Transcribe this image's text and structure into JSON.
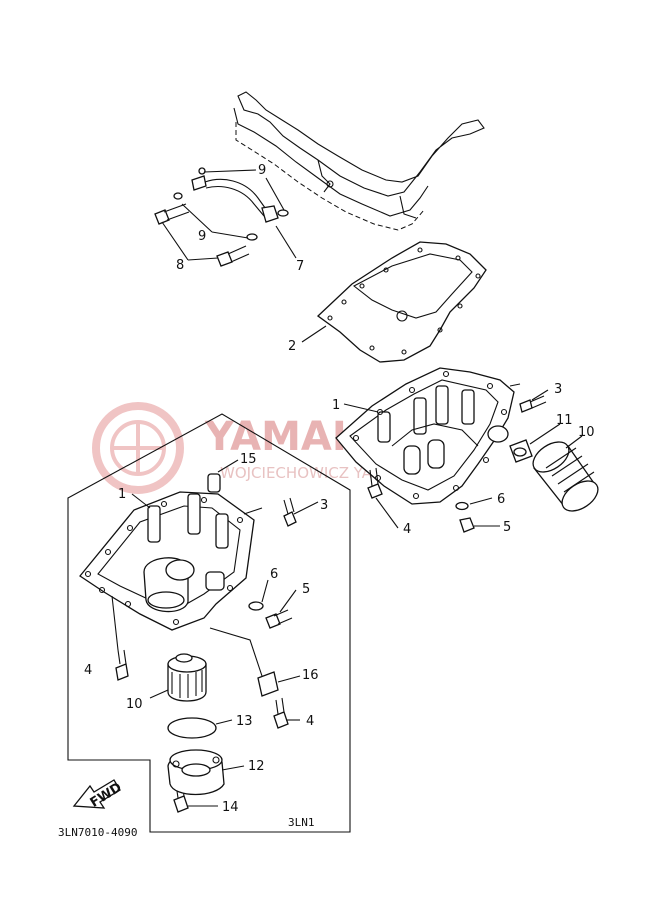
{
  "callouts": [
    {
      "id": "c9a",
      "text": "9"
    },
    {
      "id": "c9b",
      "text": "9"
    },
    {
      "id": "c7",
      "text": "7"
    },
    {
      "id": "c8",
      "text": "8"
    },
    {
      "id": "c2",
      "text": "2"
    },
    {
      "id": "c1r",
      "text": "1"
    },
    {
      "id": "c3r",
      "text": "3"
    },
    {
      "id": "c11",
      "text": "11"
    },
    {
      "id": "c10r",
      "text": "10"
    },
    {
      "id": "c6r",
      "text": "6"
    },
    {
      "id": "c4r",
      "text": "4"
    },
    {
      "id": "c5r",
      "text": "5"
    },
    {
      "id": "c15",
      "text": "15"
    },
    {
      "id": "c1l",
      "text": "1"
    },
    {
      "id": "c3l",
      "text": "3"
    },
    {
      "id": "c6l",
      "text": "6"
    },
    {
      "id": "c5l",
      "text": "5"
    },
    {
      "id": "c4l",
      "text": "4"
    },
    {
      "id": "c16",
      "text": "16"
    },
    {
      "id": "c10l",
      "text": "10"
    },
    {
      "id": "c13",
      "text": "13"
    },
    {
      "id": "c4b",
      "text": "4"
    },
    {
      "id": "c12",
      "text": "12"
    },
    {
      "id": "c14",
      "text": "14"
    }
  ],
  "fwd_label": "FWD",
  "diagram_code": "3LN7010-4090",
  "variant_label": "3LN1",
  "watermark": {
    "brand": "YAMAHA",
    "subtitle": "WOJCIECHOWICZ YAMAHA"
  },
  "colors": {
    "line": "#111111",
    "watermark": "#e8b3b3",
    "background": "#ffffff"
  }
}
